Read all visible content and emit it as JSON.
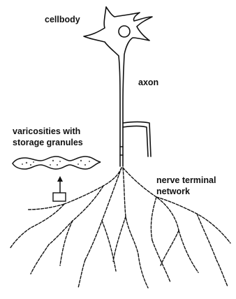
{
  "labels": {
    "cellbody": "cellbody",
    "axon": "axon",
    "varicosities_line1": "varicosities with",
    "varicosities_line2": "storage granules",
    "nerve_line1": "nerve terminal",
    "nerve_line2": "network"
  },
  "colors": {
    "ink": "#111111",
    "background": "#ffffff"
  }
}
